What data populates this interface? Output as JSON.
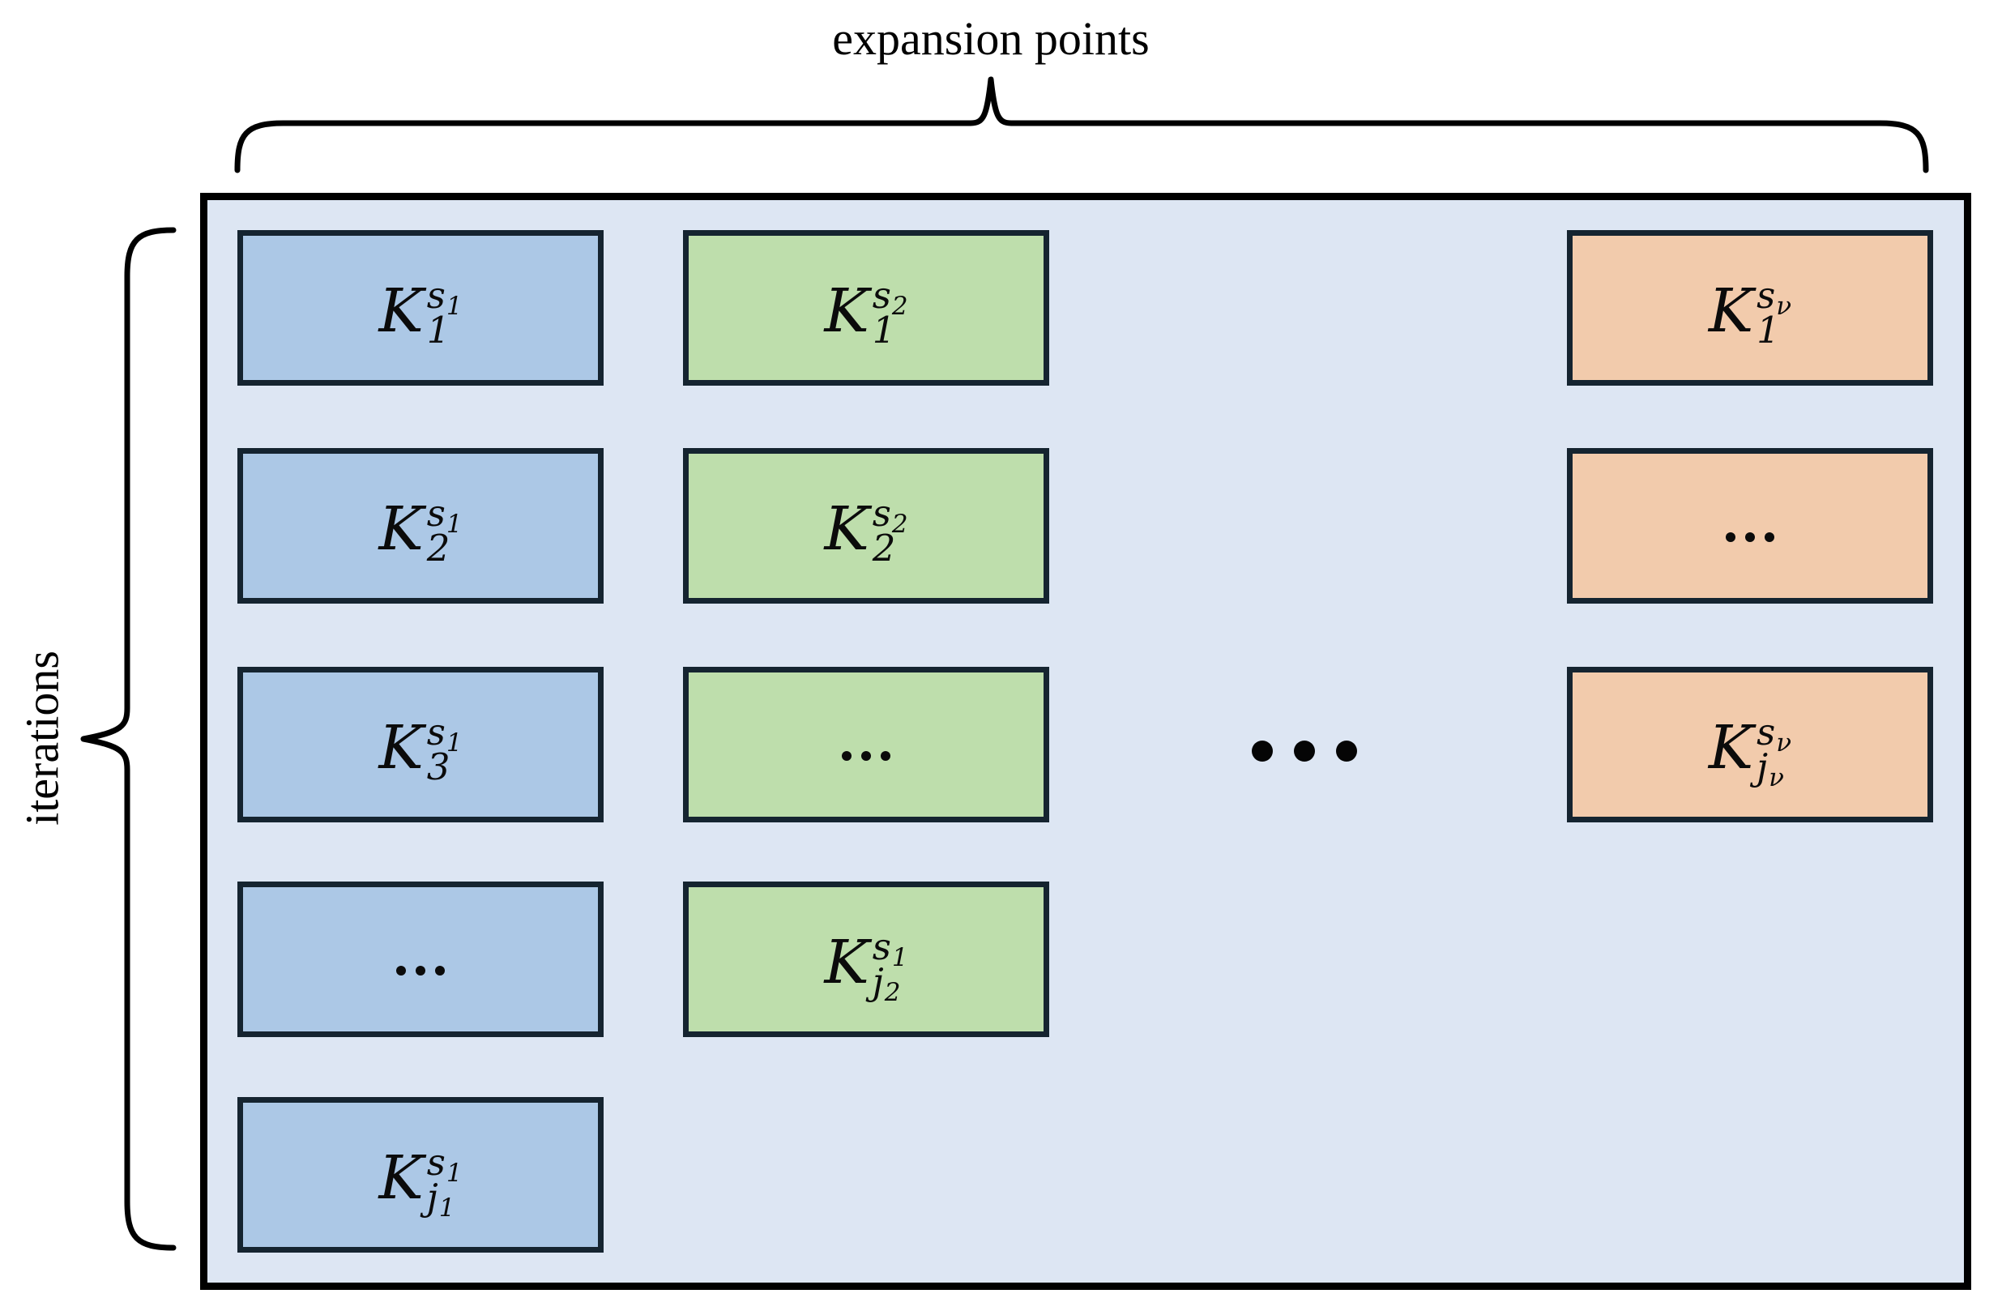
{
  "labels": {
    "top_brace_label": "expansion points",
    "left_brace_label": "iterations"
  },
  "panel": {
    "background": "#dde6f3",
    "border_color": "#000000"
  },
  "cell_border_color": "#152430",
  "columns": [
    {
      "name": "expansion-point-1",
      "fill": "#acc8e6",
      "cells": [
        {
          "kind": "term",
          "base": "K",
          "sub": "1",
          "sup": "s",
          "sup_sub": "1"
        },
        {
          "kind": "term",
          "base": "K",
          "sub": "2",
          "sup": "s",
          "sup_sub": "1"
        },
        {
          "kind": "term",
          "base": "K",
          "sub": "3",
          "sup": "s",
          "sup_sub": "1"
        },
        {
          "kind": "dots"
        },
        {
          "kind": "term",
          "base": "K",
          "sub": "j",
          "sub_sub": "1",
          "sup": "s",
          "sup_sub": "1"
        }
      ]
    },
    {
      "name": "expansion-point-2",
      "fill": "#bedeac",
      "cells": [
        {
          "kind": "term",
          "base": "K",
          "sub": "1",
          "sup": "s",
          "sup_sub": "2"
        },
        {
          "kind": "term",
          "base": "K",
          "sub": "2",
          "sup": "s",
          "sup_sub": "2"
        },
        {
          "kind": "dots"
        },
        {
          "kind": "term",
          "base": "K",
          "sub": "j",
          "sub_sub": "2",
          "sup": "s",
          "sup_sub": "1"
        }
      ]
    },
    {
      "name": "expansion-point-nu",
      "fill": "#f2cbac",
      "cells": [
        {
          "kind": "term",
          "base": "K",
          "sub": "1",
          "sup": "s",
          "sup_sub": "ν"
        },
        {
          "kind": "dots"
        },
        {
          "kind": "term",
          "base": "K",
          "sub": "j",
          "sub_sub": "ν",
          "sup": "s",
          "sup_sub": "ν"
        }
      ]
    }
  ],
  "big_ellipsis_dot_count": 3
}
